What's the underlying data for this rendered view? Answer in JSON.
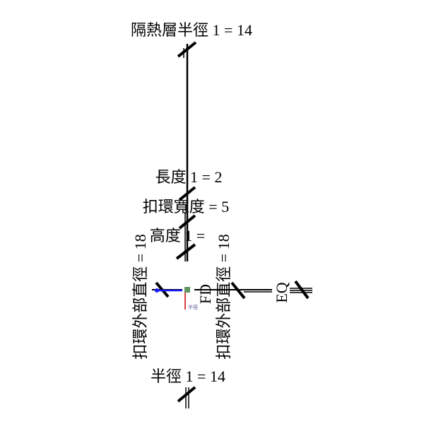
{
  "labels": {
    "insulation_radius": "隔熱層半徑 1 = 14",
    "length": "長度 1 = 2",
    "ring_width": "扣環寬度 = 5",
    "height": "高度 1 =",
    "ring_outer_dia_left": "扣環外部直徑 = 18",
    "ring_outer_dia_right": "扣環外部直徑 = 18",
    "fd": "FD",
    "eq": "EQ",
    "radius": "半徑 1 = 14",
    "radius_small": "半徑"
  },
  "colors": {
    "line": "#000000",
    "blue": "#1a1aff",
    "red": "#cc0000",
    "green": "#3a7a3a"
  }
}
